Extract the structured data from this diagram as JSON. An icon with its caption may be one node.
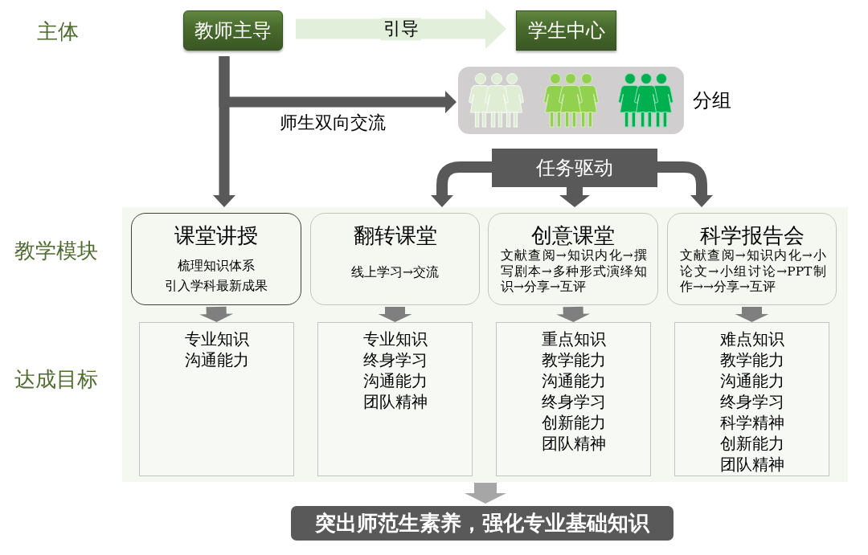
{
  "diagram": {
    "nodes": [
      {
        "text": [
          "教师主导"
        ]
      },
      {
        "text": [
          "学生中心"
        ]
      },
      {
        "text": [],
        "shape": "box",
        "beside": [
          "分组"
        ]
      },
      {
        "text": [
          "任务驱动"
        ]
      },
      {
        "text": [],
        "shape": "box"
      },
      {
        "text": [
          "课堂讲授",
          "梳理知识体系",
          "引入学科最新成果"
        ],
        "in": 4
      },
      {
        "text": [
          "翻转课堂",
          "线上学习→交流"
        ],
        "in": 4
      },
      {
        "text": [
          "创意课堂",
          "文献查阅→知识内化→撰写剧本→多种形式演绎知识→分享→互评"
        ],
        "in": 4
      },
      {
        "text": [
          "科学报告会",
          "文献查阅→知识内化→小论文→小组讨论→PPT制作→→分享→互评"
        ],
        "in": 4
      },
      {
        "text": [
          "专业知识",
          "沟通能力"
        ],
        "in": 4
      },
      {
        "text": [
          "专业知识",
          "终身学习",
          "沟通能力",
          "团队精神"
        ],
        "in": 4
      },
      {
        "text": [
          "重点知识",
          "教学能力",
          "沟通能力",
          "终身学习",
          "创新能力",
          "团队精神"
        ],
        "in": 4
      },
      {
        "text": [
          "难点知识",
          "教学能力",
          "沟通能力",
          "终身学习",
          "科学精神",
          "创新能力",
          "团队精神"
        ],
        "in": 4
      },
      {
        "text": [
          "突出师范生素养，强化专业基础知识"
        ]
      }
    ],
    "edges": [
      {
        "from": 0,
        "to": 1,
        "arrow": "to",
        "label": "引导",
        "color": "#e2efda"
      },
      {
        "from": 0,
        "to": 5,
        "arrow": "to"
      },
      {
        "from": 0,
        "to": 2,
        "arrow": "to",
        "label": "师生双向交流"
      },
      {
        "from": 3,
        "to": 6,
        "arrow": "to"
      },
      {
        "from": 3,
        "to": 7,
        "arrow": "to"
      },
      {
        "from": 3,
        "to": 8,
        "arrow": "to"
      },
      {
        "from": 5,
        "to": 9,
        "arrow": "to",
        "color": "#7f7f7f"
      },
      {
        "from": 6,
        "to": 10,
        "arrow": "to",
        "color": "#7f7f7f"
      },
      {
        "from": 7,
        "to": 11,
        "arrow": "to",
        "color": "#7f7f7f"
      },
      {
        "from": 8,
        "to": 12,
        "arrow": "to",
        "color": "#7f7f7f"
      },
      {
        "from": 4,
        "to": 13,
        "arrow": "to",
        "color": "#a6a6a6"
      }
    ],
    "labels": [
      "主体",
      "教学模块",
      "达成目标"
    ]
  }
}
